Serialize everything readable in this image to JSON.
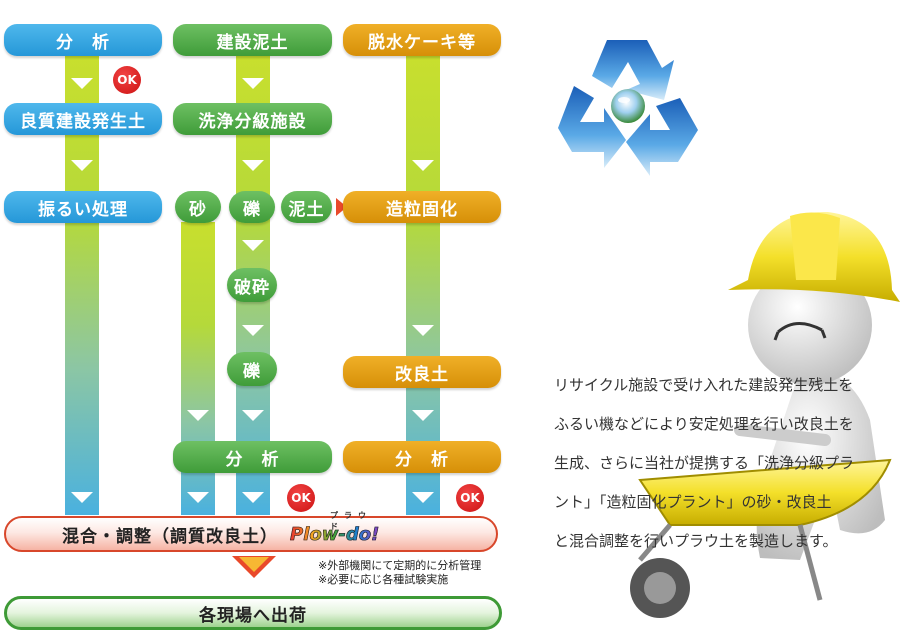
{
  "columns": {
    "col1_header": "分　析",
    "col2_header": "建設泥土",
    "col3_header": "脱水ケーキ等"
  },
  "steps": {
    "good_soil": "良質建設発生土",
    "washing_facility": "洗浄分級施設",
    "sieving": "振るい処理",
    "sand": "砂",
    "gravel": "礫",
    "mud": "泥土",
    "granulation": "造粒固化",
    "crushing": "破砕",
    "gravel2": "礫",
    "improved_soil": "改良土",
    "analysis_green": "分　析",
    "analysis_orange": "分　析"
  },
  "ok_label": "OK",
  "mixing": {
    "label": "混合・調整（調質改良土）",
    "brand": "Plow-do!",
    "brand_ruby": "プラウド"
  },
  "notes": [
    "※外部機関にて定期的に分析管理",
    "※必要に応じ各種試験実施"
  ],
  "destination": "各現場へ出荷",
  "description_lines": [
    "リサイクル施設で受け入れた建設発生残土を",
    "ふるい機などにより安定処理を行い改良土を",
    "生成、さらに当社が提携する「洗浄分級プラ",
    "ント」「造粒固化プラント」の砂・改良土",
    "と混合調整を行いプラウ土を製造します。"
  ],
  "colors": {
    "blue": "#2597d8",
    "green": "#3f9c39",
    "orange": "#d68f08",
    "red": "#cc1212"
  },
  "icons": [
    "recycle-icon",
    "hard-hat-mascot-icon",
    "wheelbarrow-icon"
  ]
}
